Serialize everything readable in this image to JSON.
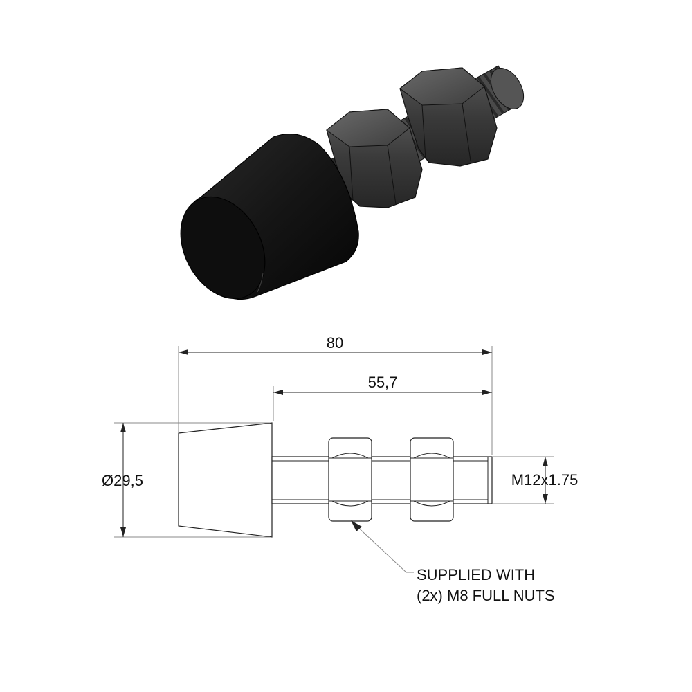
{
  "dimensions": {
    "overall_length": "80",
    "thread_length": "55,7",
    "bumper_diameter": "Ø29,5",
    "thread_spec": "M12x1.75"
  },
  "note": {
    "line1": "SUPPLIED WITH",
    "line2": "(2x) M8 FULL NUTS"
  },
  "colors": {
    "rubber": "#1a1a1a",
    "steel": "#3c3c3c",
    "line": "#222222"
  }
}
